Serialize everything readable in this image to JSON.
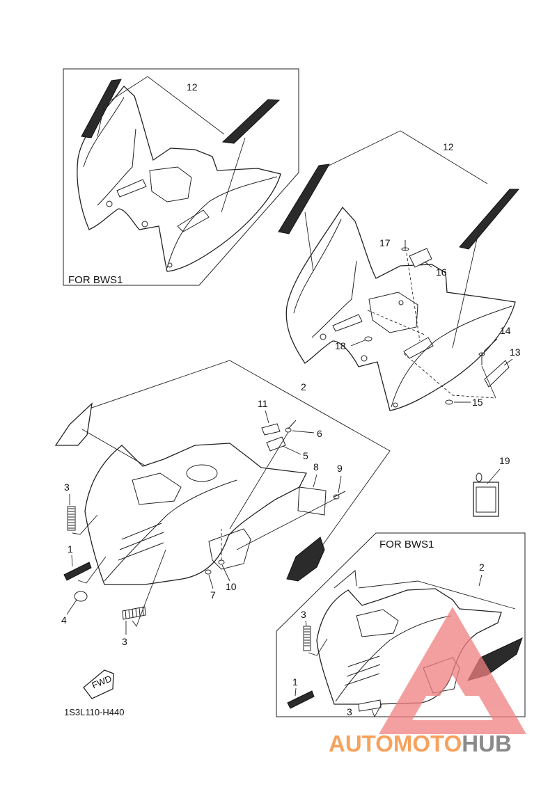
{
  "box_labels": {
    "top_left": "FOR BWS1",
    "bottom_right": "FOR BWS1"
  },
  "callouts": {
    "c12a": "12",
    "c12b": "12",
    "c17": "17",
    "c16": "16",
    "c18": "18",
    "c14": "14",
    "c13": "13",
    "c15": "15",
    "c2": "2",
    "c11": "11",
    "c6": "6",
    "c5": "5",
    "c8": "8",
    "c9": "9",
    "c3a": "3",
    "c1": "1",
    "c4": "4",
    "c3b": "3",
    "c7": "7",
    "c10": "10",
    "c19": "19",
    "c2b": "2",
    "c3c": "3",
    "c1b": "1",
    "c3d": "3"
  },
  "fwd_label": "FWD",
  "diagram_code": "1S3L110-H440",
  "watermark": {
    "part1": "AUTOMOTO",
    "part2": "HUB",
    "color1": "#f7a25c",
    "color2": "#8a8a8a",
    "logo_color": "#f08080"
  }
}
